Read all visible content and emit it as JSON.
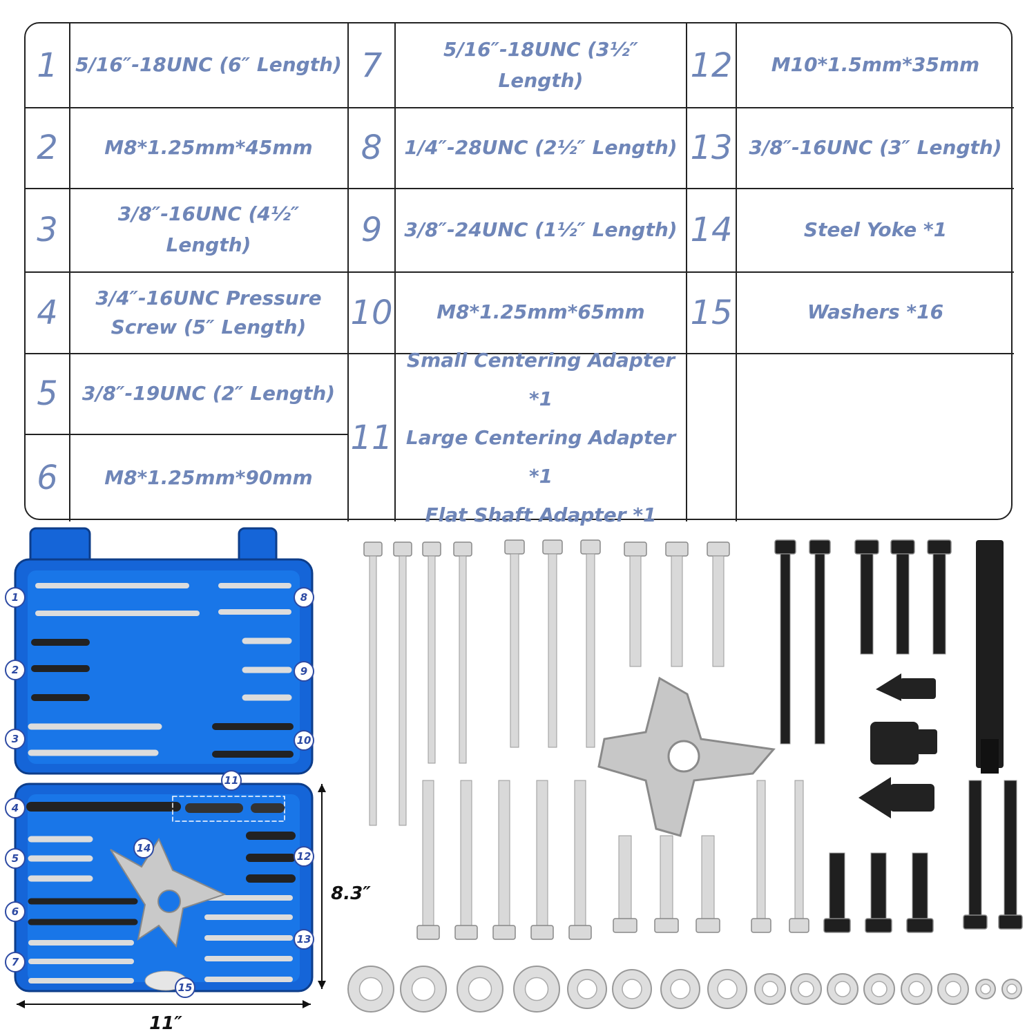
{
  "colors": {
    "text": "#6f86b8",
    "border": "#222222",
    "case_blue": "#1565d8",
    "callout": "#2d4aa3"
  },
  "table": {
    "rows": [
      {
        "num": "1",
        "spec": "5/16″-18UNC (6″ Length)"
      },
      {
        "num": "2",
        "spec": "M8*1.25mm*45mm"
      },
      {
        "num": "3",
        "spec": "3/8″-16UNC (4½″ Length)"
      },
      {
        "num": "4",
        "spec_lines": [
          "3/4″-16UNC Pressure",
          "Screw (5″ Length)"
        ]
      },
      {
        "num": "5",
        "spec": "3/8″-19UNC (2″ Length)"
      },
      {
        "num": "6",
        "spec": "M8*1.25mm*90mm"
      },
      {
        "num": "7",
        "spec": "5/16″-18UNC (3½″ Length)"
      },
      {
        "num": "8",
        "spec": "1/4″-28UNC (2½″ Length)"
      },
      {
        "num": "9",
        "spec": "3/8″-24UNC (1½″ Length)"
      },
      {
        "num": "10",
        "spec": "M8*1.25mm*65mm"
      },
      {
        "num": "11",
        "spec_lines": [
          "Small Centering Adapter *1",
          "Large Centering Adapter *1",
          "Flat Shaft Adapter *1"
        ]
      },
      {
        "num": "12",
        "spec": "M10*1.5mm*35mm"
      },
      {
        "num": "13",
        "spec": "3/8″-16UNC (3″ Length)"
      },
      {
        "num": "14",
        "spec": "Steel Yoke *1"
      },
      {
        "num": "15",
        "spec": "Washers *16"
      }
    ]
  },
  "case": {
    "callouts": [
      "1",
      "2",
      "3",
      "4",
      "5",
      "6",
      "7",
      "8",
      "9",
      "10",
      "11",
      "12",
      "13",
      "14",
      "15"
    ],
    "width_label": "11″",
    "height_label": "8.3″"
  }
}
